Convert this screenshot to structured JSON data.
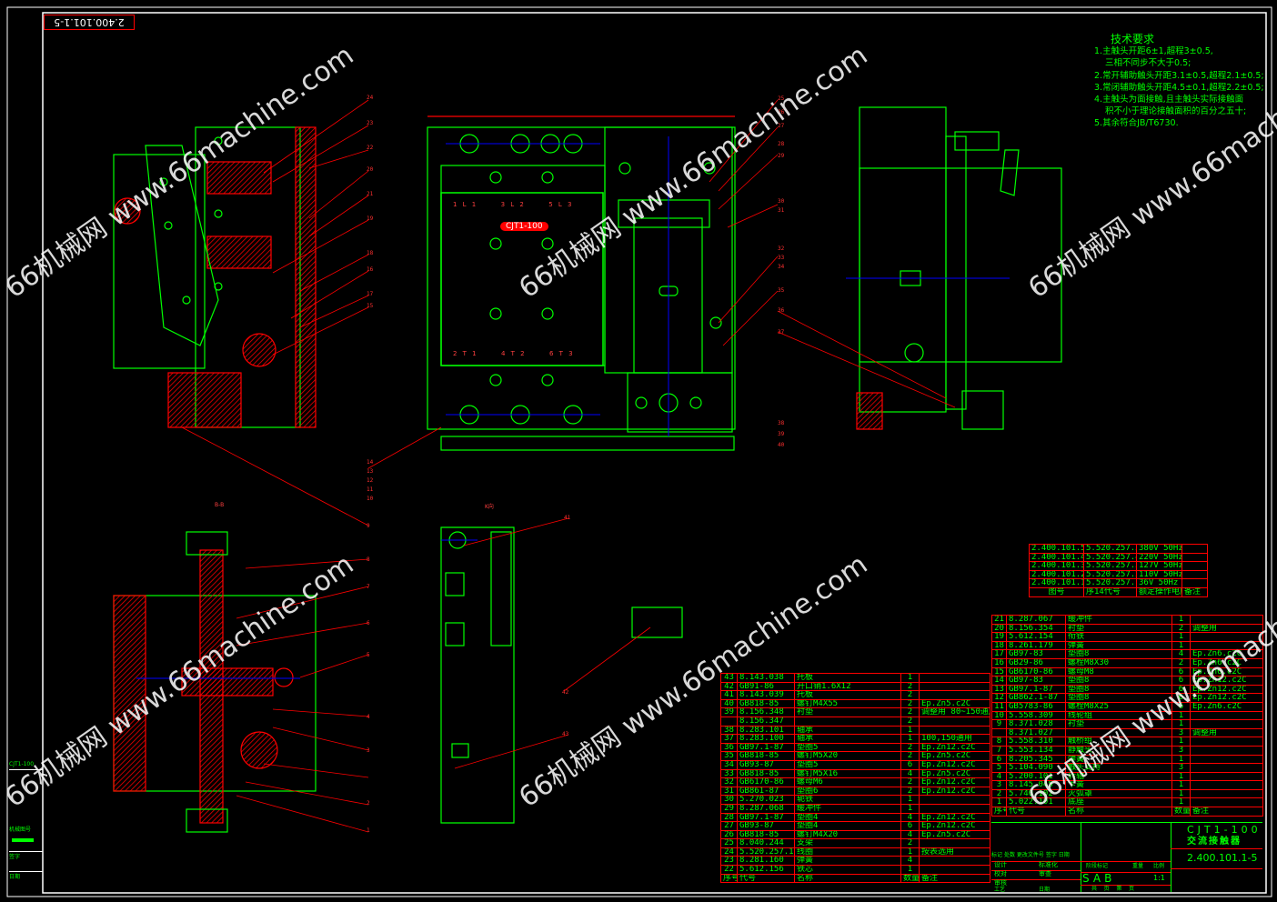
{
  "drawing": {
    "number": "2.400.101.1-5",
    "model": "CJT1-100",
    "name": "交流接触器",
    "scale": "1:1",
    "stage_mark": [
      "S",
      "A",
      "B"
    ],
    "section_labels": [
      "B-B",
      "K向"
    ],
    "front_labels": {
      "top": [
        "1 L 1",
        "3 L 2",
        "5 L 3"
      ],
      "bottom": [
        "2 T 1",
        "4 T 2",
        "6 T 3"
      ],
      "brand": "CJT1-100"
    }
  },
  "technical_requirements": {
    "title": "技术要求",
    "items": [
      "1.主触头开距6±1,超程3±0.5,",
      "三相不同步不大于0.5;",
      "2.常开辅助触头开距3.1±0.5,超程2.1±0.5;",
      "3.常闭辅助触头开距4.5±0.1,超程2.2±0.5;",
      "4.主触头为面接触,且主触头实际接触面",
      "积不小于理论接触面积的百分之五十;",
      "5.其余符合JB/T6730."
    ]
  },
  "voltage_table": {
    "rows": [
      [
        "2.400.101.5",
        "5.520.257.5",
        "380V 50Hz",
        ""
      ],
      [
        "2.400.101.4",
        "5.520.257.4",
        "220V 50Hz",
        ""
      ],
      [
        "2.400.101.3",
        "5.520.257.3",
        "127V 50Hz",
        ""
      ],
      [
        "2.400.101.2",
        "5.520.257.2",
        "110V 50Hz",
        ""
      ],
      [
        "2.400.101.1",
        "5.520.257.1",
        "36V 50Hz",
        ""
      ]
    ],
    "header": [
      "图号",
      "序14代号",
      "额定操作电压",
      "备注"
    ]
  },
  "bom_left": {
    "rows": [
      [
        "43",
        "8.143.038",
        "托板",
        "1",
        ""
      ],
      [
        "42",
        "GB91-86",
        "开口销1.6X12",
        "2",
        ""
      ],
      [
        "41",
        "8.143.039",
        "托板",
        "2",
        ""
      ],
      [
        "40",
        "GB818-85",
        "螺钉M4X55",
        "2",
        "Ep.Zn5.c2C"
      ],
      [
        "39",
        "8.156.348",
        "衬垫",
        "2",
        "调整用 80~150通用"
      ],
      [
        "",
        "8.156.347",
        "",
        "2",
        ""
      ],
      [
        "38",
        "8.283.101",
        "轴承",
        "1",
        ""
      ],
      [
        "37",
        "8.283.100",
        "轴承",
        "1",
        "100,150通用"
      ],
      [
        "36",
        "GB97.1-87",
        "垫圈5",
        "2",
        "Ep.Zn12.c2C"
      ],
      [
        "35",
        "GB818-85",
        "螺钉M5X20",
        "2",
        "Ep.Zn5.c2C"
      ],
      [
        "34",
        "GB93-87",
        "垫圈5",
        "6",
        "Ep.Zn12.c2C"
      ],
      [
        "33",
        "GB818-85",
        "螺钉M5X16",
        "4",
        "Ep.Zn5.c2C"
      ],
      [
        "32",
        "GB6170-86",
        "螺母M6",
        "2",
        "Ep.Zn12.c2C"
      ],
      [
        "31",
        "GB861-87",
        "垫圈6",
        "2",
        "Ep.Zn12.c2C"
      ],
      [
        "30",
        "5.270.023",
        "轭铁",
        "1",
        ""
      ],
      [
        "29",
        "8.287.068",
        "缓冲件",
        "1",
        ""
      ],
      [
        "28",
        "GB97.1-87",
        "垫圈4",
        "4",
        "Ep.Zn12.c2C"
      ],
      [
        "27",
        "GB93-87",
        "垫圈4",
        "6",
        "Ep.Zn12.c2C"
      ],
      [
        "26",
        "GB818-85",
        "螺钉M4X20",
        "4",
        "Ep.Zn5.c2C"
      ],
      [
        "25",
        "8.040.244",
        "支架",
        "2",
        ""
      ],
      [
        "24",
        "5.520.257.1-5",
        "线圈",
        "1",
        "按表选用"
      ],
      [
        "23",
        "8.281.160",
        "弹簧",
        "4",
        ""
      ],
      [
        "22",
        "5.612.156",
        "铁芯",
        "1",
        ""
      ]
    ],
    "header": [
      "序号",
      "代号",
      "名称",
      "数量",
      "备注"
    ]
  },
  "bom_right": {
    "rows": [
      [
        "21",
        "8.287.067",
        "缓冲件",
        "1",
        ""
      ],
      [
        "20",
        "8.156.354",
        "衬垫",
        "2",
        "调整用"
      ],
      [
        "19",
        "5.612.154",
        "衔铁",
        "1",
        ""
      ],
      [
        "18",
        "8.261.179",
        "弹簧",
        "1",
        ""
      ],
      [
        "17",
        "GB97-83",
        "垫圈8",
        "4",
        "Ep.Zn6.c2C"
      ],
      [
        "16",
        "GB29-86",
        "螺栓M8X30",
        "2",
        "Ep.Zn6.c2C"
      ],
      [
        "15",
        "GB6170-86",
        "螺母M8",
        "6",
        "Ep.Zn6.c2C"
      ],
      [
        "14",
        "GB97-83",
        "垫圈8",
        "6",
        "Ep.Zn12.c2C"
      ],
      [
        "13",
        "GB97.1-87",
        "垫圈8",
        "6",
        "Ep.Zn12.c2C"
      ],
      [
        "12",
        "GB862.1-87",
        "垫圈8",
        "6",
        "Ep.Zn12.c2C"
      ],
      [
        "11",
        "GB5783-86",
        "螺栓M8X25",
        "6",
        "Ep.Zn6.c2C"
      ],
      [
        "10",
        "5.558.309",
        "线轮组",
        "1",
        ""
      ],
      [
        "9",
        "8.371.028",
        "衬垫",
        "1",
        ""
      ],
      [
        "",
        "8.371.027",
        "",
        "3",
        "调整用"
      ],
      [
        "8",
        "5.558.310",
        "触桥组",
        "1",
        ""
      ],
      [
        "7",
        "5.553.134",
        "静触头",
        "3",
        ""
      ],
      [
        "6",
        "8.205.345",
        "弹簧",
        "1",
        ""
      ],
      [
        "5",
        "5.104.090",
        "触头支持",
        "3",
        ""
      ],
      [
        "4",
        "5.200.101",
        "转轴",
        "1",
        ""
      ],
      [
        "3",
        "8.145.045",
        "卡簧",
        "1",
        ""
      ],
      [
        "2",
        "5.740.102",
        "灭弧罩",
        "1",
        ""
      ],
      [
        "1",
        "5.022.101",
        "底座",
        "1",
        ""
      ]
    ],
    "header": [
      "序号",
      "代号",
      "名称",
      "数量",
      "备注"
    ]
  },
  "title_block": {
    "labels": [
      "标记",
      "处数",
      "更改文件号",
      "签字",
      "日期",
      "设计",
      "标准化",
      "校对",
      "审查",
      "审核",
      "工艺",
      "日期",
      "阶段标记",
      "重量",
      "比例",
      "共",
      "页",
      "第",
      "页"
    ]
  },
  "side_strip": {
    "labels": [
      "CJT1-100",
      "机械图号",
      "签字",
      "日期"
    ]
  },
  "callouts": [
    "24",
    "23",
    "22",
    "20",
    "21",
    "19",
    "18",
    "16",
    "17",
    "15",
    "14",
    "13",
    "12",
    "11",
    "10",
    "9",
    "8",
    "7",
    "6",
    "5",
    "4",
    "3",
    "2",
    "1",
    "25",
    "26",
    "27",
    "28",
    "29",
    "30",
    "31",
    "32",
    "33",
    "34",
    "35",
    "36",
    "37",
    "38",
    "39",
    "40",
    "41",
    "42",
    "43"
  ],
  "watermark": "66机械网 www.66machine.com",
  "colors": {
    "outline": "#00ff00",
    "section": "#ff0000",
    "centerline": "#0000ff",
    "frame": "#ffffff",
    "background": "#000000"
  }
}
